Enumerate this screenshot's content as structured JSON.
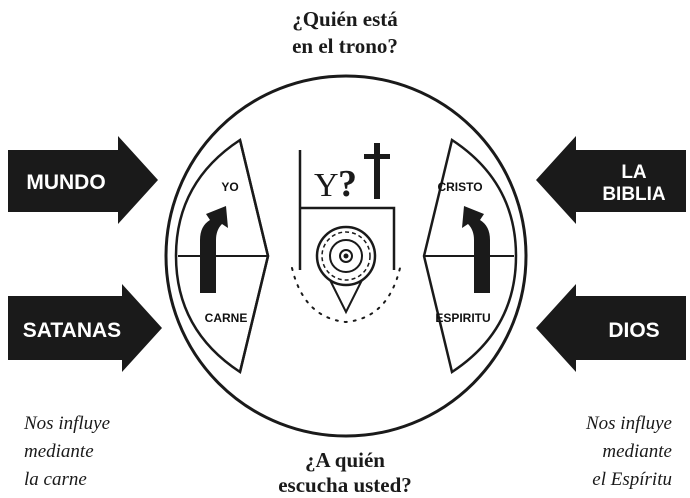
{
  "question_top": [
    "¿Quién está",
    "en el trono?"
  ],
  "question_bottom": [
    "¿A quién",
    "escucha usted?"
  ],
  "left_arrows": [
    "MUNDO",
    "SATANAS"
  ],
  "right_arrows": [
    [
      "LA",
      "BIBLIA"
    ],
    "DIOS"
  ],
  "inner_left": {
    "top": "YO",
    "bottom": "CARNE"
  },
  "inner_right": {
    "top": "CRISTO",
    "bottom": "ESPIRITU"
  },
  "throne": {
    "self_letter": "Y",
    "question_mark": "?"
  },
  "note_left": [
    "Nos influye",
    "mediante",
    "la carne"
  ],
  "note_right": [
    "Nos influye",
    "mediante",
    "el Espíritu"
  ],
  "colors": {
    "ink": "#1a1a1a",
    "background": "#ffffff"
  },
  "icons": [
    "cross-icon",
    "throne-icon",
    "heart-icon",
    "up-arrow-icon"
  ]
}
